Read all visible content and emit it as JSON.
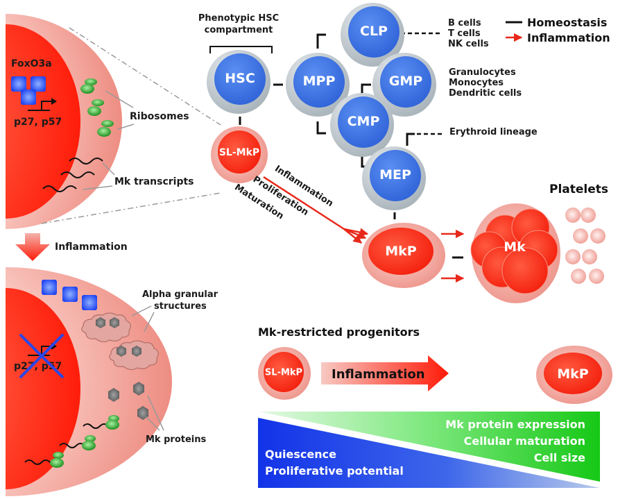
{
  "colors": {
    "progenitor_blue": "#3a6fe0",
    "progenitor_ring": "#b8c2c8",
    "mk_red": "#ff2a12",
    "mk_ring": "#f2a49a",
    "homeostasis": "#111111",
    "inflammation": "#e8281a",
    "ribosome": "#2a9a2a",
    "protein": "#707070",
    "gradient_blue": "#1a3fe6",
    "gradient_green": "#2ad42a"
  },
  "legend": {
    "homeostasis": "Homeostasis",
    "inflammation": "Inflammation"
  },
  "hierarchy": {
    "compartment_label_line1": "Phenotypic HSC",
    "compartment_label_line2": "compartment",
    "cells": {
      "hsc": "HSC",
      "mpp": "MPP",
      "clp": "CLP",
      "gmp": "GMP",
      "cmp": "CMP",
      "mep": "MEP",
      "sl_mkp": "SL-MkP",
      "mkp": "MkP",
      "mk": "Mk"
    },
    "clp_outputs": [
      "B cells",
      "T cells",
      "NK cells"
    ],
    "gmp_outputs": [
      "Granulocytes",
      "Monocytes",
      "Dendritic cells"
    ],
    "mep_output": "Erythroid lineage",
    "platelets_label": "Platelets",
    "bypass_labels": [
      "Inflammation",
      "Proliferation",
      "Maturation"
    ]
  },
  "zoom_top": {
    "factor_label": "FoxO3a",
    "gene_label": "p27, p57",
    "ribosomes_label": "Ribosomes",
    "transcripts_label": "Mk transcripts"
  },
  "transition": {
    "label": "Inflammation"
  },
  "zoom_bottom": {
    "gene_label": "p27, p57",
    "granules_label_line1": "Alpha granular",
    "granules_label_line2": "structures",
    "proteins_label": "Mk proteins"
  },
  "summary": {
    "title": "Mk-restricted progenitors",
    "start_cell": "SL-MkP",
    "arrow_label": "Inflammation",
    "end_cell": "MkP",
    "decreasing": [
      "Quiescence",
      "Proliferative potential"
    ],
    "increasing": [
      "Mk protein expression",
      "Cellular maturation",
      "Cell size"
    ]
  }
}
